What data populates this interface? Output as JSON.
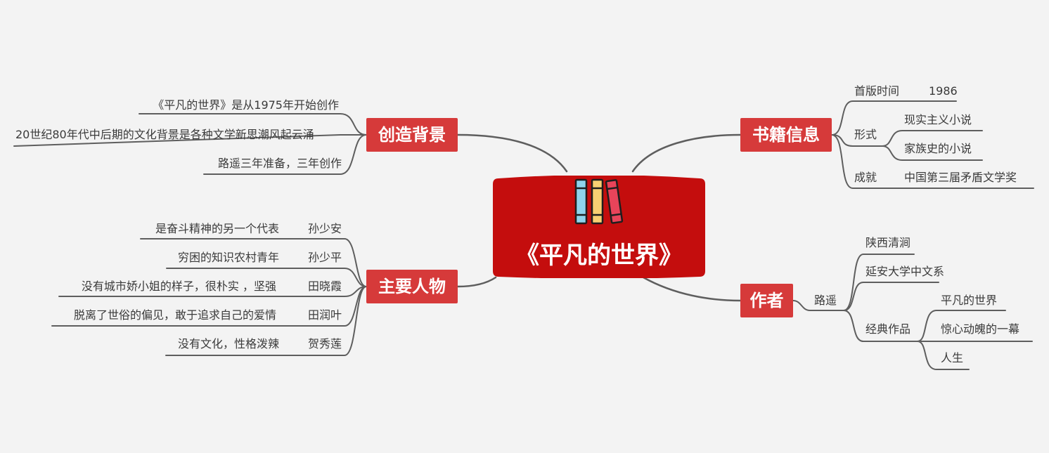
{
  "center": {
    "title": "《平凡的世界》",
    "icon": "books-icon"
  },
  "branches": {
    "background": {
      "label": "创造背景",
      "items": [
        "《平凡的世界》是从1975年开始创作",
        "20世纪80年代中后期的文化背景是各种文学新思潮风起云涌",
        "路遥三年准备，三年创作"
      ]
    },
    "characters": {
      "label": "主要人物",
      "items": [
        {
          "name": "孙少安",
          "desc": "是奋斗精神的另一个代表"
        },
        {
          "name": "孙少平",
          "desc": "穷困的知识农村青年"
        },
        {
          "name": "田晓霞",
          "desc": "没有城市娇小姐的样子，很朴实 ，坚强"
        },
        {
          "name": "田润叶",
          "desc": "脱离了世俗的偏见，敢于追求自己的爱情"
        },
        {
          "name": "贺秀莲",
          "desc": "没有文化，性格泼辣"
        }
      ]
    },
    "book_info": {
      "label": "书籍信息",
      "first_edition": {
        "label": "首版时间",
        "value": "1986"
      },
      "form": {
        "label": "形式",
        "values": [
          "现实主义小说",
          "家族史的小说"
        ]
      },
      "achievement": {
        "label": "成就",
        "value": "中国第三届矛盾文学奖"
      }
    },
    "author": {
      "label": "作者",
      "name": "路遥",
      "origin": "陕西清涧",
      "education": "延安大学中文系",
      "works_label": "经典作品",
      "works": [
        "平凡的世界",
        "惊心动魄的一幕",
        "人生"
      ]
    }
  },
  "colors": {
    "background": "#f3f3f3",
    "center_fill": "#c40d0d",
    "topic_fill": "#d63a3a",
    "line": "#5e5e5e",
    "book_blue": "#8fd3ec",
    "book_yellow": "#f7cf72",
    "book_red": "#e8445a"
  }
}
